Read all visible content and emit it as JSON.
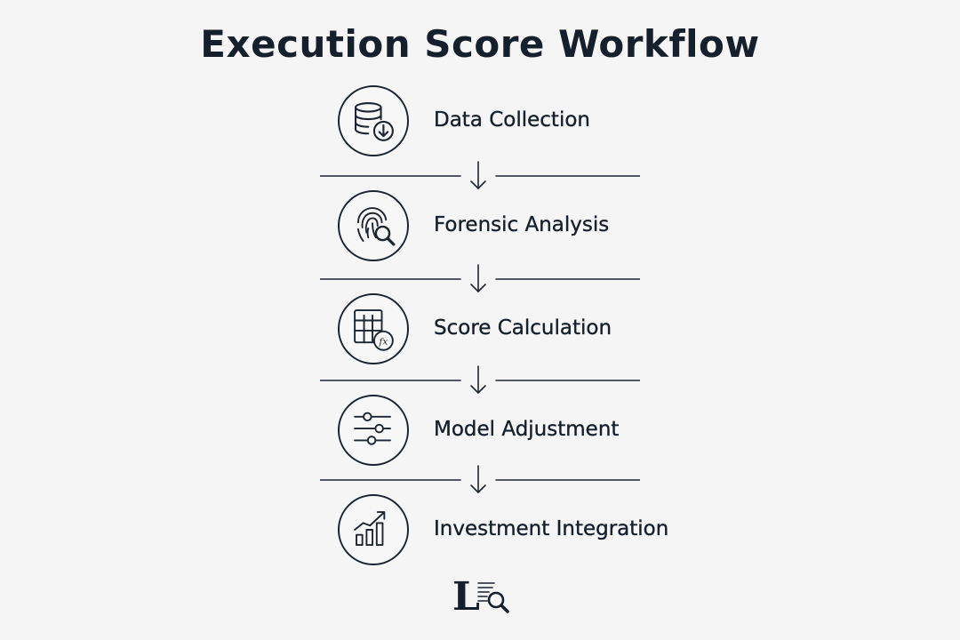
{
  "title": "Execution Score Workflow",
  "steps": [
    {
      "label": "Data Collection",
      "icon": "database-download-icon"
    },
    {
      "label": "Forensic Analysis",
      "icon": "fingerprint-magnifier-icon"
    },
    {
      "label": "Score Calculation",
      "icon": "spreadsheet-formula-icon"
    },
    {
      "label": "Model Adjustment",
      "icon": "sliders-icon"
    },
    {
      "label": "Investment Integration",
      "icon": "growth-chart-icon"
    }
  ],
  "logo": {
    "letter": "L",
    "icon": "document-magnifier-logo"
  },
  "colors": {
    "ink": "#16202c",
    "background": "#f5f5f5"
  }
}
